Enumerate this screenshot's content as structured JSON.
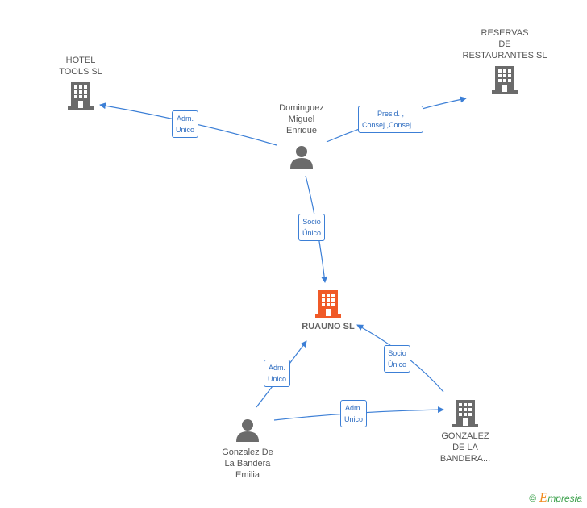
{
  "nodes": {
    "hotel_tools": {
      "label_lines": [
        "HOTEL",
        "TOOLS SL"
      ],
      "kind": "company"
    },
    "reservas": {
      "label_lines": [
        "RESERVAS",
        "DE",
        "RESTAURANTES SL"
      ],
      "kind": "company"
    },
    "dominguez": {
      "label_lines": [
        "Dominguez",
        "Miguel",
        "Enrique"
      ],
      "kind": "person"
    },
    "ruauno": {
      "label_lines": [
        "RUAUNO SL"
      ],
      "kind": "company-focus"
    },
    "gonzalez_emilia": {
      "label_lines": [
        "Gonzalez De",
        "La Bandera",
        "Emilia"
      ],
      "kind": "person"
    },
    "gonzalez_company": {
      "label_lines": [
        "GONZALEZ",
        "DE LA",
        "BANDERA..."
      ],
      "kind": "company"
    }
  },
  "edges": {
    "dominguez_hotel": {
      "lines": [
        "Adm.",
        "Unico"
      ]
    },
    "dominguez_reservas": {
      "lines": [
        "Presid. ,",
        "Consej.,Consej...."
      ]
    },
    "dominguez_ruauno": {
      "lines": [
        "Socio",
        "Único"
      ]
    },
    "emilia_ruauno": {
      "lines": [
        "Adm.",
        "Unico"
      ]
    },
    "emilia_company": {
      "lines": [
        "Adm.",
        "Unico"
      ]
    },
    "company_ruauno": {
      "lines": [
        "Socio",
        "Único"
      ]
    }
  },
  "colors": {
    "edge": "#3c7fd6",
    "icon_grey": "#6b6b6b",
    "icon_focus": "#f05a28"
  },
  "brand": {
    "copyright": "©",
    "initial": "E",
    "rest": "mpresia"
  }
}
